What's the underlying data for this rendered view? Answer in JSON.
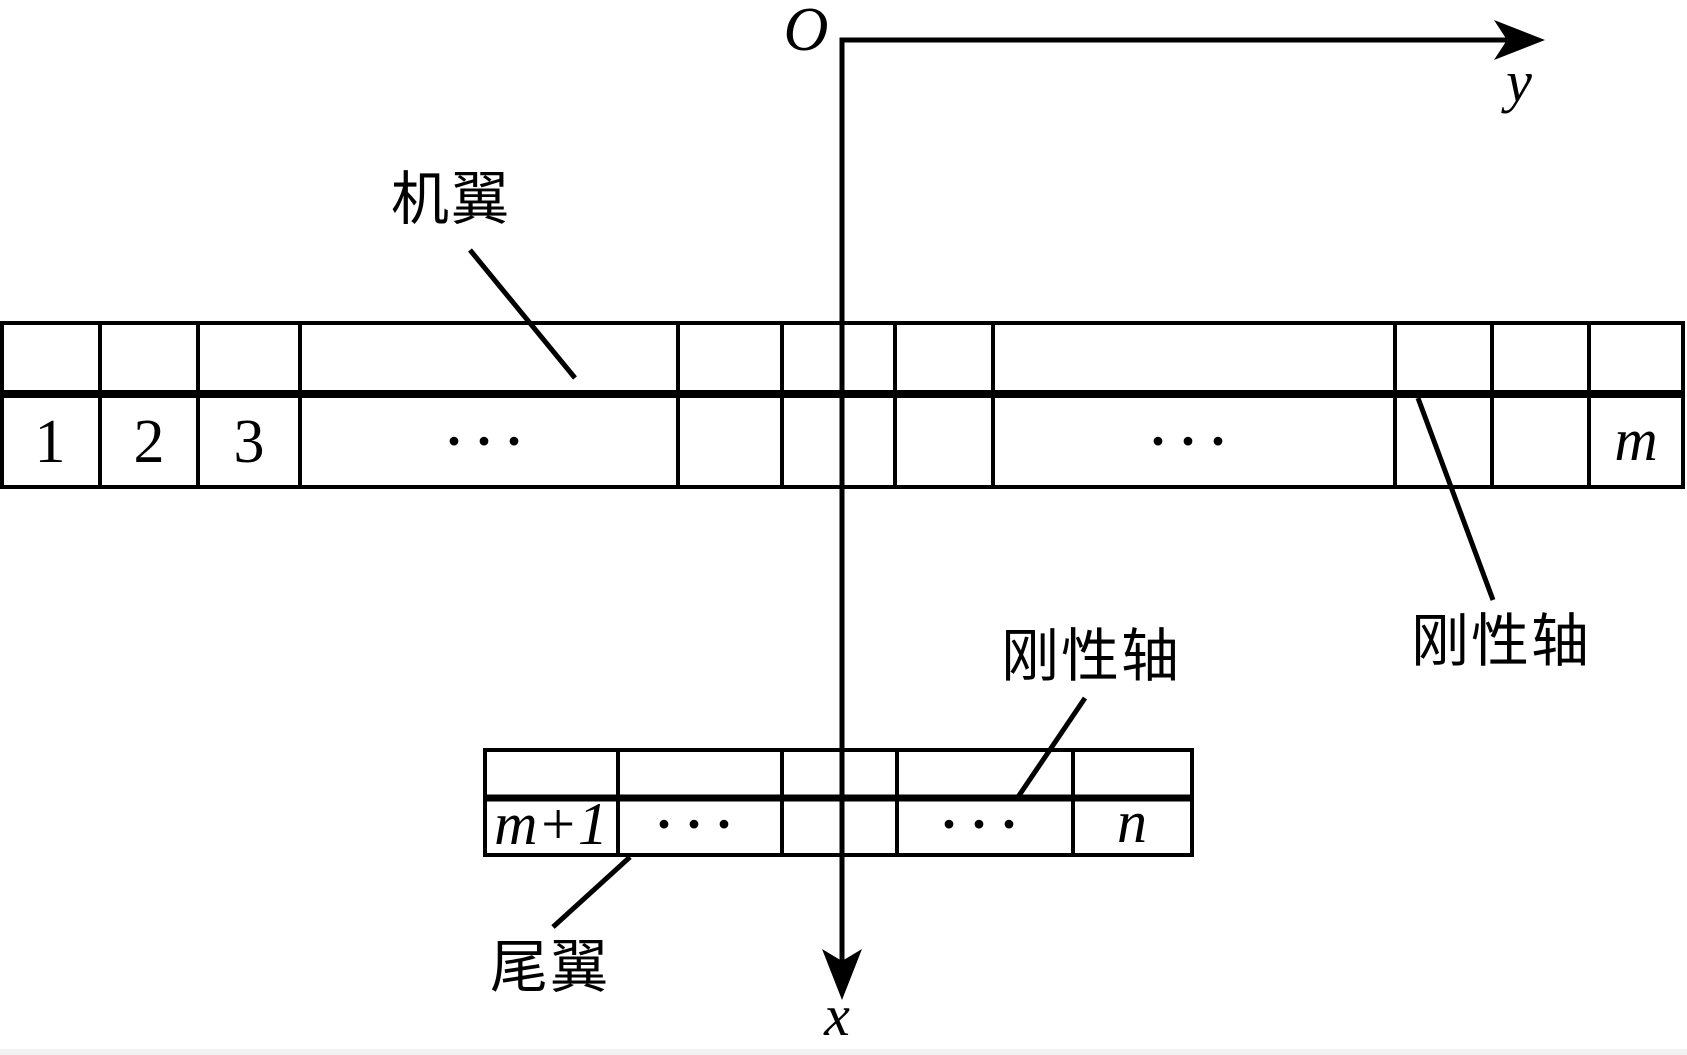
{
  "axes": {
    "origin_label": "O",
    "y_axis_label": "y",
    "x_axis_label": "x"
  },
  "wing": {
    "callout": "机翼",
    "rigid_axis_callout": "刚性轴",
    "cells": [
      "1",
      "2",
      "3",
      "···",
      "",
      "",
      "",
      "···",
      "",
      "",
      "m"
    ]
  },
  "tail": {
    "callout": "尾翼",
    "rigid_axis_callout": "刚性轴",
    "cells": [
      "m+1",
      "···",
      "",
      "···",
      "n"
    ]
  },
  "colors": {
    "ink": "#000000",
    "background": "#ffffff"
  }
}
